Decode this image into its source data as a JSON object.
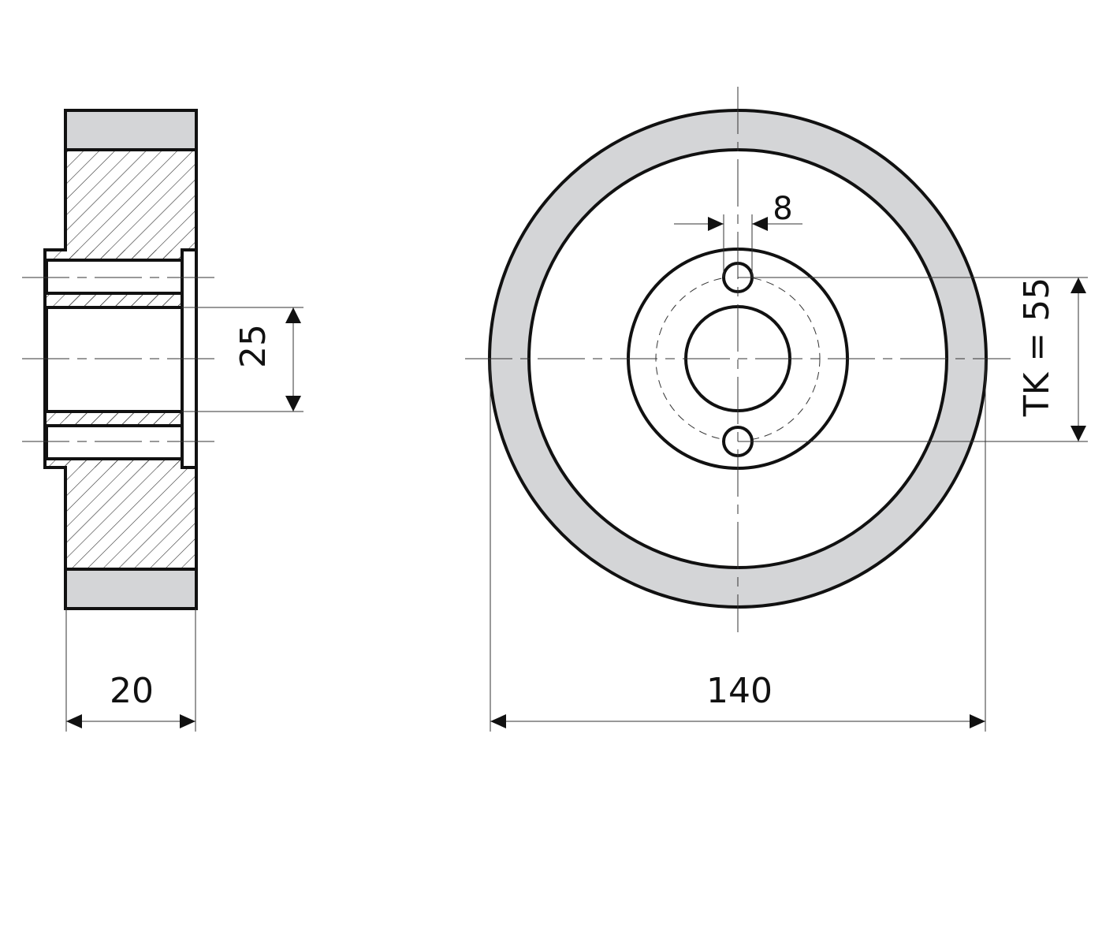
{
  "title": "Wheel with hub - technical drawing",
  "colors": {
    "tire": "#d4d5d7",
    "line": "#111111"
  },
  "dimensions": {
    "width": "20",
    "bore": "25",
    "outer_diameter": "140",
    "hole_diameter": "8",
    "bolt_circle": "TK = 55"
  }
}
